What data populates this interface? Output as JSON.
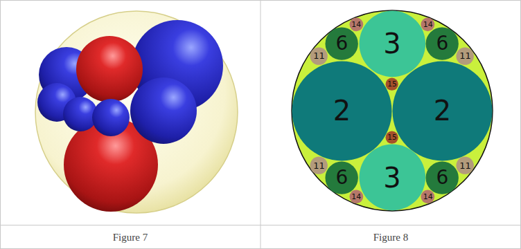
{
  "diagram": {
    "nodes": [
      {
        "text": [
          "14"
        ]
      },
      {
        "text": [
          "14"
        ]
      },
      {
        "text": [
          "6"
        ]
      },
      {
        "text": [
          "3"
        ]
      },
      {
        "text": [
          "6"
        ]
      },
      {
        "text": [
          "11"
        ]
      },
      {
        "text": [
          "11"
        ]
      },
      {
        "text": [
          "15"
        ]
      },
      {
        "text": [
          "2"
        ]
      },
      {
        "text": [
          "2"
        ]
      },
      {
        "text": [
          "15"
        ]
      },
      {
        "text": [
          "11"
        ]
      },
      {
        "text": [
          "11"
        ]
      },
      {
        "text": [
          "6"
        ]
      },
      {
        "text": [
          "3"
        ]
      },
      {
        "text": [
          "6"
        ]
      },
      {
        "text": [
          "14"
        ]
      },
      {
        "text": [
          "14"
        ]
      }
    ],
    "labels": [
      "Figure 7",
      "Figure 8"
    ]
  }
}
